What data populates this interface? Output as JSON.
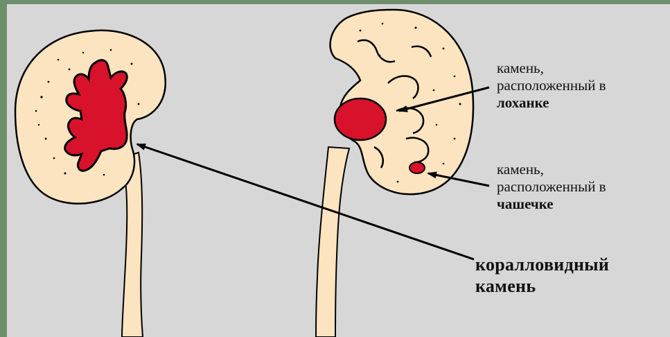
{
  "labels": {
    "pelvis_stone": {
      "line1": "камень,",
      "line2": "расположенный в",
      "line3": "лоханке"
    },
    "calyx_stone": {
      "line1": "камень,",
      "line2": "расположенный в",
      "line3": "чашечке"
    },
    "staghorn_stone": {
      "line1": "коралловидный",
      "line2": "камень"
    }
  },
  "colors": {
    "background": "#d7d7d7",
    "frame": "#6b8f6b",
    "kidney": "#fde4c0",
    "stone": "#d9122b",
    "outline": "#000000"
  }
}
